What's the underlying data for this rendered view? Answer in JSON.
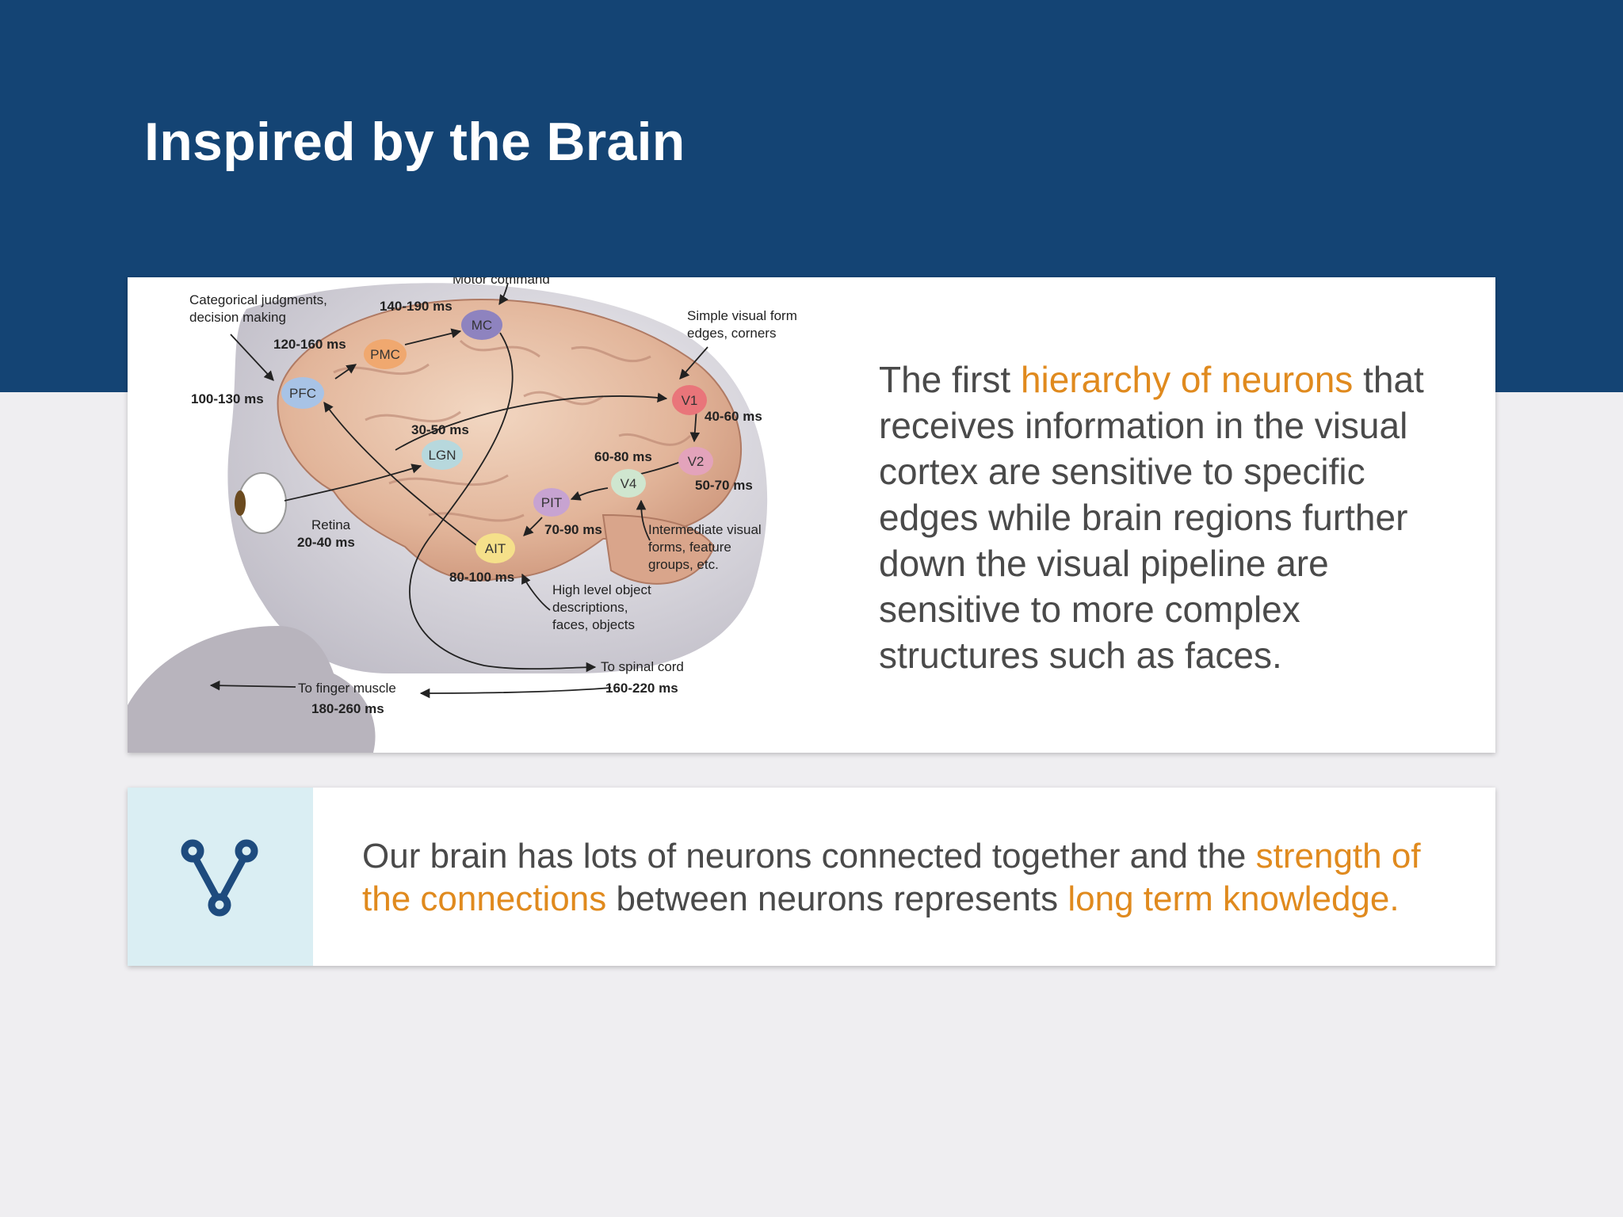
{
  "slide": {
    "title": "Inspired by the Brain"
  },
  "colors": {
    "header": "#144474",
    "background": "#efeef1",
    "highlight": "#e08a1e",
    "icon_panel": "#daeef3",
    "icon": "#1e4b7e"
  },
  "figure": {
    "top_caption": "Motor command",
    "categorical_1": "Categorical judgments,",
    "categorical_2": "decision making",
    "simple_1": "Simple visual form",
    "simple_2": "edges, corners",
    "intermediate_1": "Intermediate visual",
    "intermediate_2": "forms, feature",
    "intermediate_3": "groups, etc.",
    "high_1": "High level object",
    "high_2": "descriptions,",
    "high_3": "faces, objects",
    "retina": "Retina",
    "spinal": "To spinal cord",
    "finger": "To finger muscle",
    "regions": {
      "mc": "MC",
      "pmc": "PMC",
      "pfc": "PFC",
      "lgn": "LGN",
      "v1": "V1",
      "v2": "V2",
      "v4": "V4",
      "pit": "PIT",
      "ait": "AIT"
    },
    "timings": {
      "mc": "140-190 ms",
      "pmc": "120-160 ms",
      "pfc": "100-130 ms",
      "lgn": "30-50 ms",
      "v1": "40-60 ms",
      "v2": "50-70 ms",
      "v4": "60-80 ms",
      "pit": "70-90 ms",
      "ait": "80-100 ms",
      "retina": "20-40 ms",
      "spinal": "160-220 ms",
      "finger": "180-260 ms"
    }
  },
  "description": {
    "p1": "The first ",
    "h1": "hierarchy of neurons",
    "p2": " that receives information in the visual cortex are sensitive to specific edges while brain regions further down the visual pipeline are sensitive to more complex structures such as faces."
  },
  "bottom": {
    "icon": "fork-icon",
    "p1": "Our brain has lots of neurons connected together and the ",
    "h1": "strength of the connections",
    "p2": " between neurons represents ",
    "h2": "long term knowledge."
  }
}
